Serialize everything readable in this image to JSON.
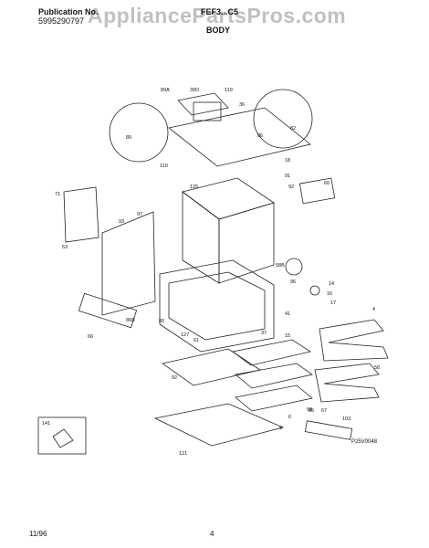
{
  "header": {
    "publication_label": "Publication No.",
    "publication_number": "5995290797",
    "model_number": "FEF3...C5",
    "section_title": "BODY"
  },
  "watermark": "AppliancePartsPros.com",
  "footer": {
    "date": "11/96",
    "page": "4"
  },
  "diagram": {
    "code": "P25V0048",
    "parts": {
      "p89a": "89A",
      "p39d": "39D",
      "p119a": "119",
      "p36": "36",
      "p89": "89",
      "p82": "82",
      "p110": "110",
      "p18": "18",
      "p91": "91",
      "p92": "92",
      "p60": "60",
      "p86": "86",
      "p125": "125",
      "p71": "71",
      "p97": "97",
      "p93": "93",
      "p53": "53",
      "p58b": "58B",
      "p96": "96",
      "p14": "14",
      "p16": "16",
      "p17": "17",
      "p41": "41",
      "p4": "4",
      "p86b": "86B",
      "p66": "66",
      "p80": "80",
      "p127": "127",
      "p61": "61",
      "p37": "37",
      "p15": "15",
      "p92b": "92",
      "p6": "6",
      "p98": "98",
      "p58": "58",
      "p95": "95",
      "p67": "67",
      "p103": "103",
      "p141": "141",
      "p121": "121",
      "p9": "9"
    }
  }
}
